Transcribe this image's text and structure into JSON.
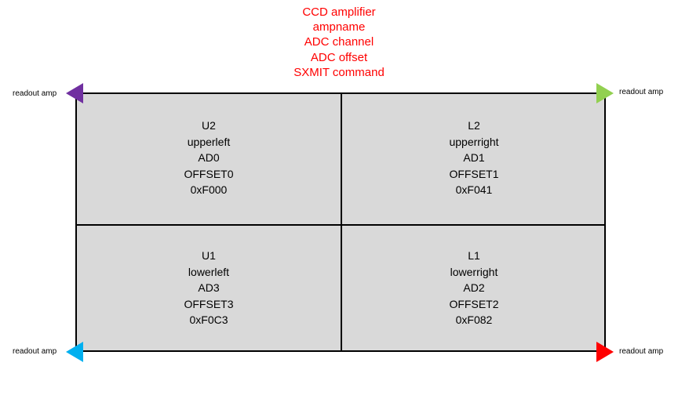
{
  "legend": {
    "line1": "CCD amplifier",
    "line2": "ampname",
    "line3": "ADC channel",
    "line4": "ADC offset",
    "line5": "SXMIT command"
  },
  "amplifiers": {
    "upper_left": {
      "amp": "U2",
      "name": "upperleft",
      "adc": "AD0",
      "offset": "OFFSET0",
      "command": "0xF000"
    },
    "upper_right": {
      "amp": "L2",
      "name": "upperright",
      "adc": "AD1",
      "offset": "OFFSET1",
      "command": "0xF041"
    },
    "lower_left": {
      "amp": "U1",
      "name": "lowerleft",
      "adc": "AD3",
      "offset": "OFFSET3",
      "command": "0xF0C3"
    },
    "lower_right": {
      "amp": "L1",
      "name": "lowerright",
      "adc": "AD2",
      "offset": "OFFSET2",
      "command": "0xF082"
    }
  },
  "readout": {
    "top_left": "readout amp",
    "top_right": "readout amp",
    "bottom_left": "readout amp",
    "bottom_right": "readout amp"
  },
  "colors": {
    "legend_text": "#ff0000",
    "grid_fill": "#d9d9d9",
    "arrow_top_left": "#7030a0",
    "arrow_top_right": "#92d050",
    "arrow_bottom_left": "#00b0f0",
    "arrow_bottom_right": "#ff0000"
  }
}
